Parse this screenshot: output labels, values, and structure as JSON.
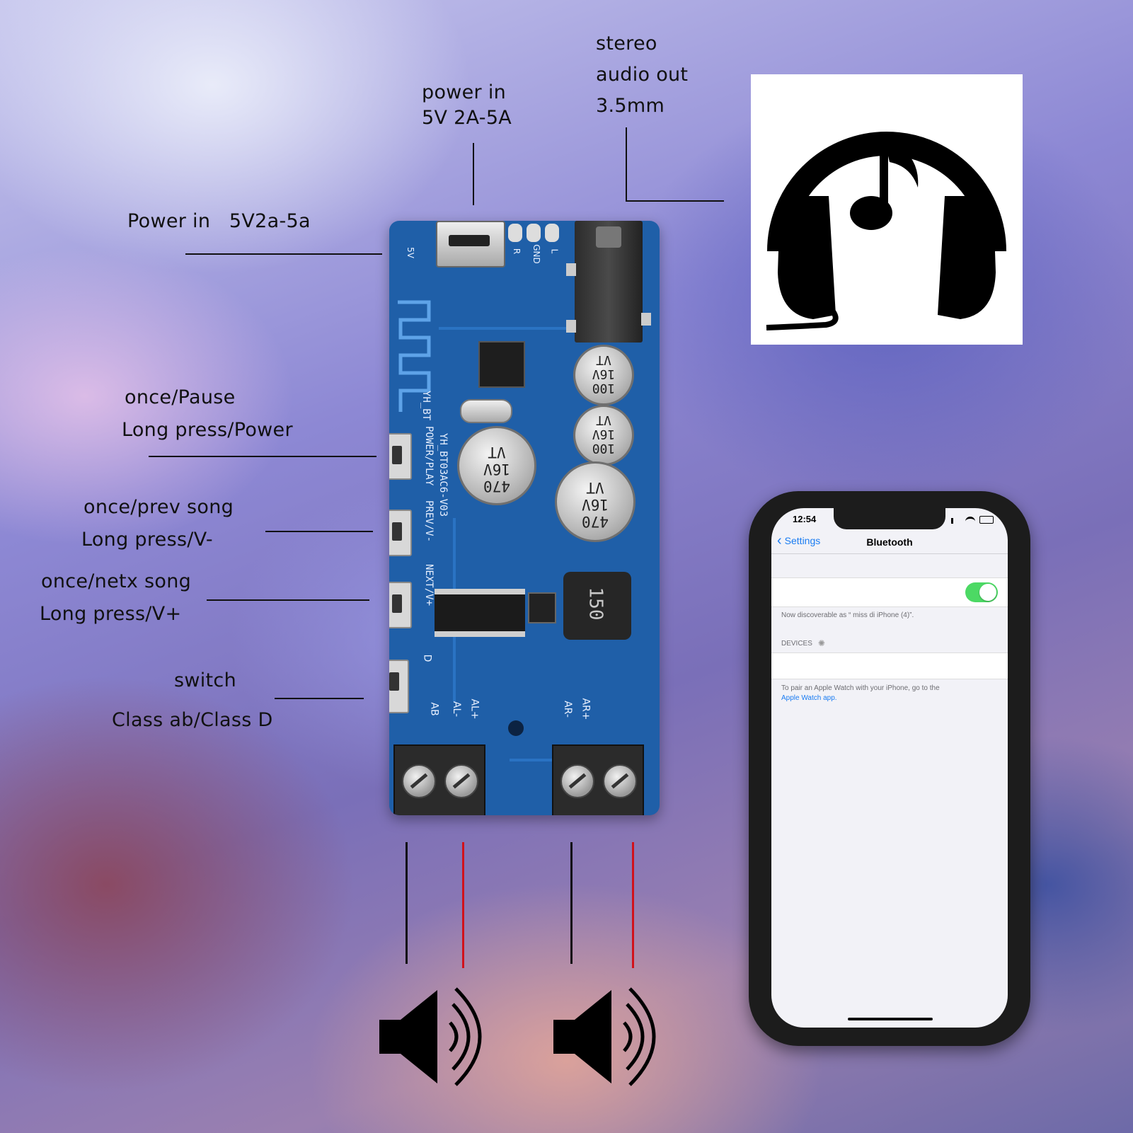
{
  "labels": {
    "stereo_out": [
      "stereo",
      "audio out",
      "3.5mm"
    ],
    "power_top": [
      "power in",
      "5V 2A-5A"
    ],
    "power_side": "Power in   5V2a-5a",
    "pause": [
      "once/Pause",
      "Long press/Power"
    ],
    "prev": [
      "once/prev song",
      "Long press/V-"
    ],
    "next": [
      "once/netx song",
      "Long press/V+"
    ],
    "switch": [
      "switch",
      "Class ab/Class D"
    ]
  },
  "board": {
    "cap_text": {
      "large": [
        "470",
        "16V",
        "VT"
      ],
      "small": [
        "100",
        "16V",
        "VT"
      ]
    },
    "silkscreen": {
      "power_play": "POWER/PLAY",
      "prev": "PREV/V-",
      "next": "NEXT/V+",
      "model": "YH_BT03AC6-V03",
      "bt": "YH_BT",
      "ab": "AB",
      "d": "D",
      "al_minus": "AL-",
      "al_plus": "AL+",
      "ar_minus": "AR-",
      "ar_plus": "AR+",
      "v5": "5V",
      "r": "R",
      "gnd": "GND",
      "l": "L",
      "inductor": "150"
    }
  },
  "phone": {
    "time": "12:54",
    "back_label": "Settings",
    "title": "Bluetooth",
    "discoverable": "Now discoverable as “ miss di  iPhone (4)”.",
    "devices_header": "DEVICES",
    "footer_text": "To pair an Apple Watch with your iPhone, go to the",
    "footer_link": "Apple Watch app."
  },
  "colors": {
    "board_blue": "#1f5fa8",
    "wire_black": "#111111",
    "wire_red": "#d1121b",
    "ios_toggle_green": "#4cd964",
    "ios_link_blue": "#1a7cf2"
  },
  "icons": [
    "headphones-music-icon",
    "speaker-left-icon",
    "speaker-right-icon",
    "bluetooth-antenna-trace"
  ]
}
